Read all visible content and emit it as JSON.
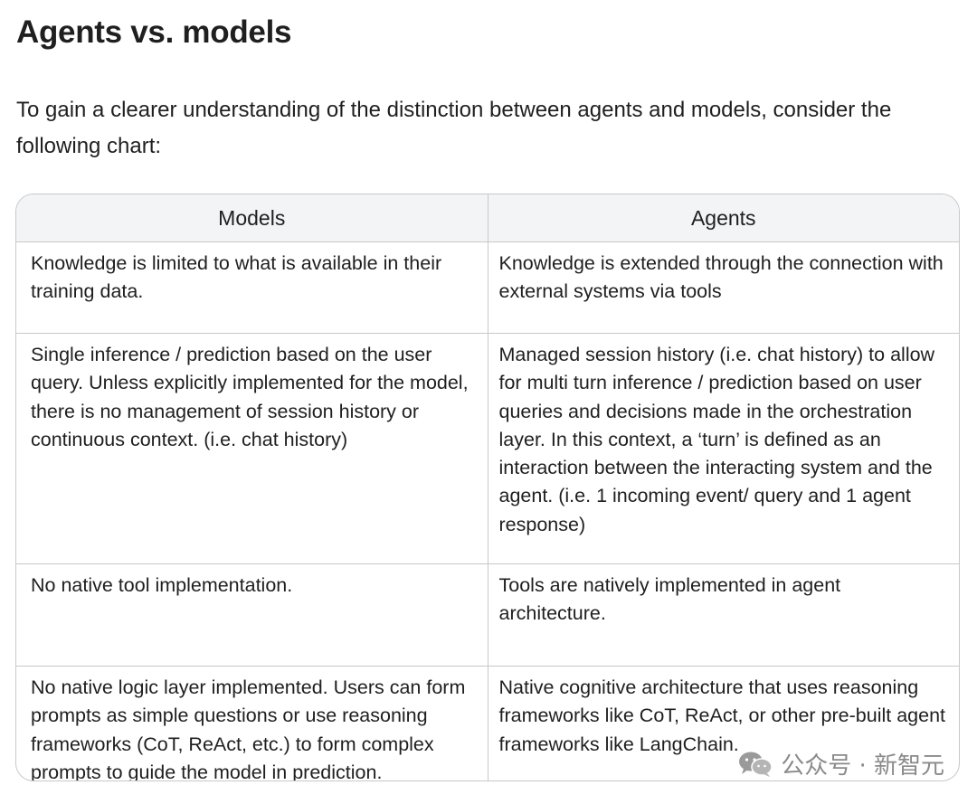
{
  "heading": "Agents vs. models",
  "intro": "To gain a clearer understanding of the distinction between agents and models, consider the following chart:",
  "table": {
    "headers": [
      "Models",
      "Agents"
    ],
    "rows": [
      [
        "Knowledge is limited to what is available in their training data.",
        "Knowledge is extended through the connection with external systems via tools"
      ],
      [
        "Single inference / prediction based on the user query. Unless explicitly implemented for the model, there is no management of session history or continuous context. (i.e. chat history)",
        "Managed session history (i.e. chat history) to allow for multi turn inference / prediction based on user queries and decisions made in the orchestration layer. In this context, a ‘turn’ is defined as an interaction between the interacting system and the agent. (i.e. 1 incoming event/ query and 1 agent response)"
      ],
      [
        "No native tool implementation.",
        "Tools are natively implemented in agent architecture."
      ],
      [
        "No native logic layer implemented. Users can form prompts as simple questions or use reasoning frameworks (CoT, ReAct, etc.) to form complex prompts to guide the model in prediction.",
        "Native cognitive architecture that uses reasoning frameworks like CoT, ReAct, or other pre-built agent frameworks like LangChain."
      ]
    ]
  },
  "watermark": {
    "text": "公众号 · 新智元",
    "icon": "wechat-icon",
    "color": "#8a8a8a"
  }
}
